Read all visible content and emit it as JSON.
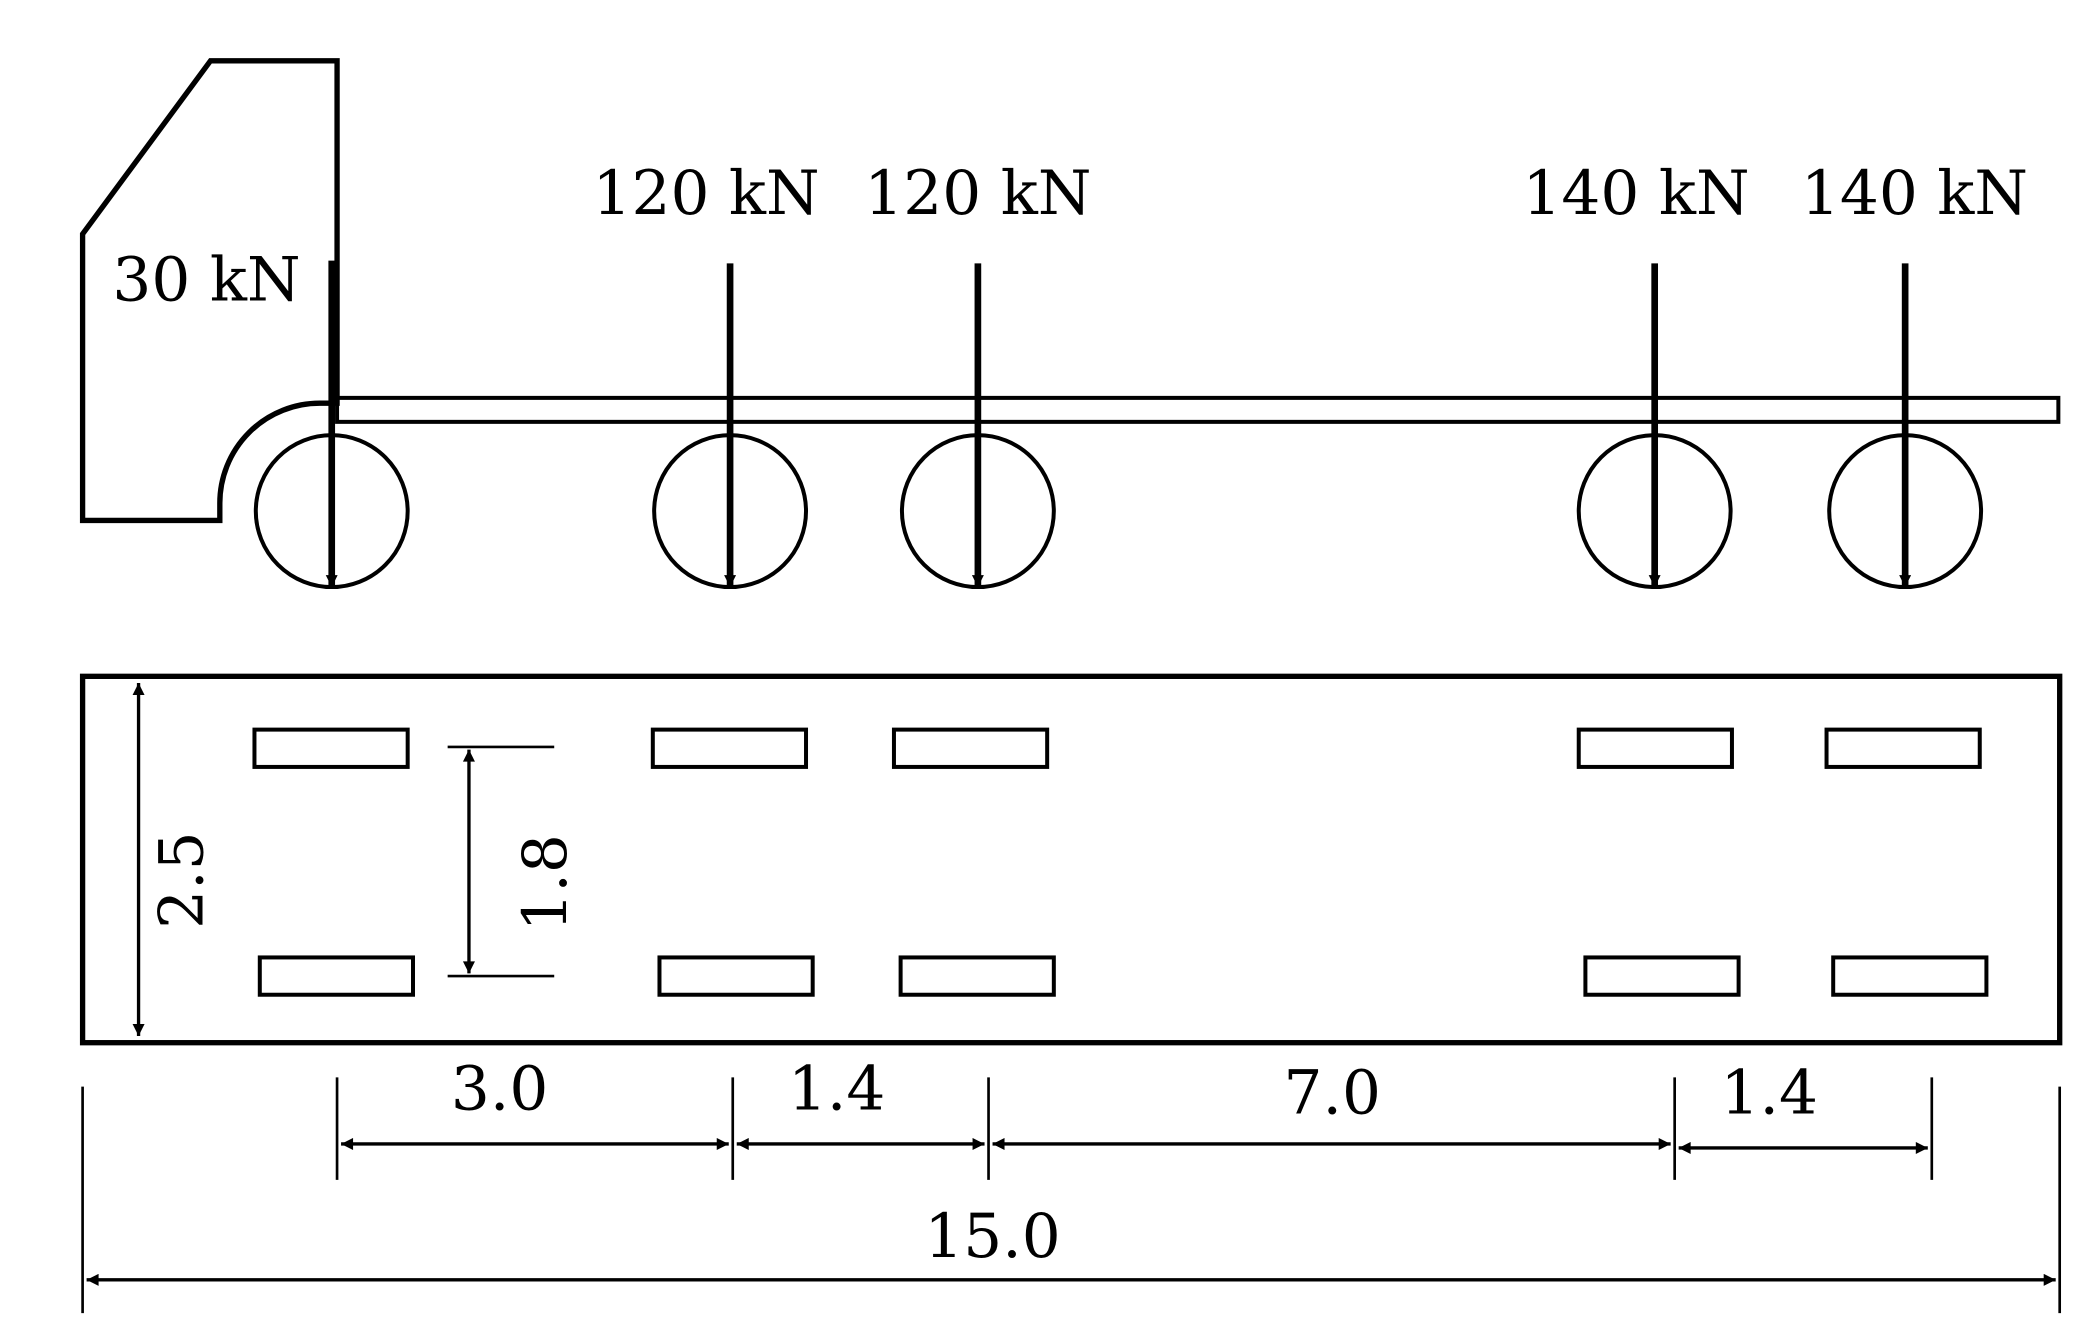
{
  "side_view": {
    "loads": [
      {
        "label": "30 kN"
      },
      {
        "label": "120 kN"
      },
      {
        "label": "120 kN"
      },
      {
        "label": "140 kN"
      },
      {
        "label": "140 kN"
      }
    ]
  },
  "plan_view": {
    "width_label": "2.5",
    "track_label": "1.8"
  },
  "dimensions": {
    "spacings": [
      {
        "label": "3.0"
      },
      {
        "label": "1.4"
      },
      {
        "label": "7.0"
      },
      {
        "label": "1.4"
      }
    ],
    "total_label": "15.0"
  }
}
